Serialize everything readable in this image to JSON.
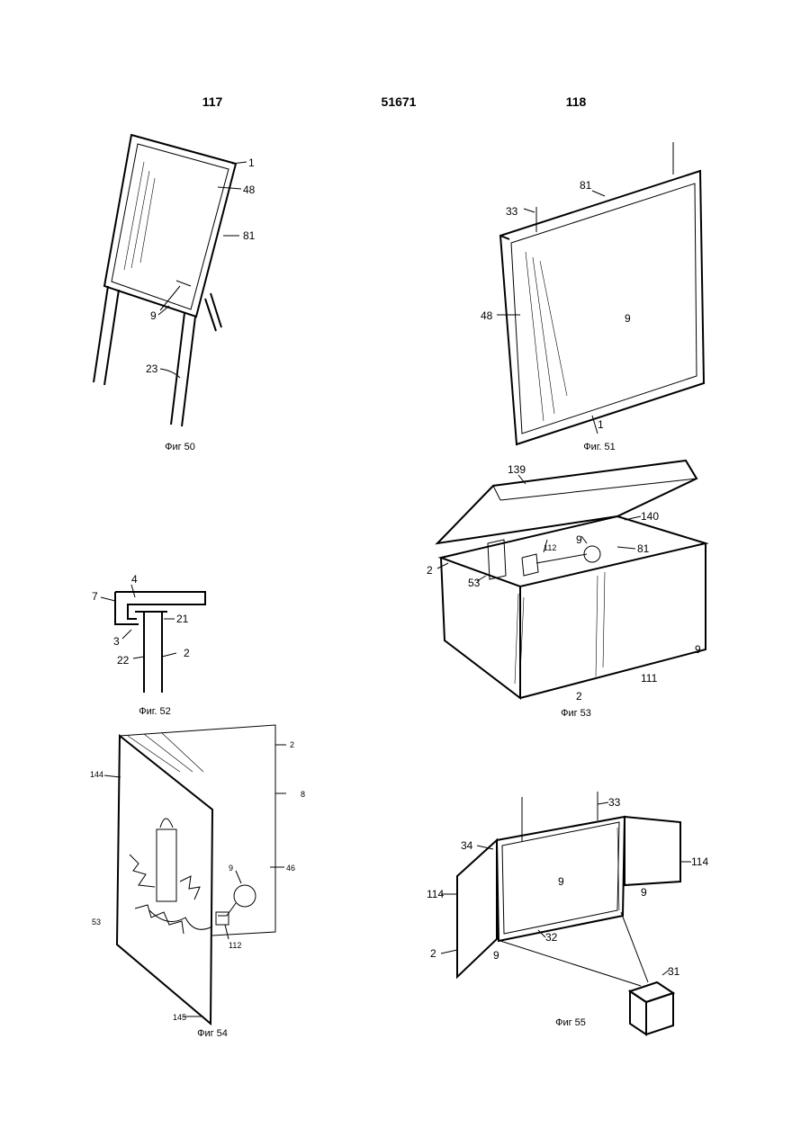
{
  "header": {
    "left_page": "117",
    "patent_number": "51671",
    "right_page": "118"
  },
  "figures": {
    "fig50": {
      "caption": "Фиг 50",
      "labels": [
        "1",
        "48",
        "81",
        "9",
        "23"
      ]
    },
    "fig51": {
      "caption": "Фиг. 51",
      "labels": [
        "81",
        "33",
        "48",
        "9",
        "1"
      ]
    },
    "fig52": {
      "caption": "Фиг. 52",
      "labels": [
        "7",
        "4",
        "21",
        "3",
        "22",
        "2"
      ]
    },
    "fig53": {
      "caption": "Фиг 53",
      "labels": [
        "139",
        "140",
        "112",
        "9",
        "81",
        "2",
        "53",
        "9",
        "2",
        "111"
      ]
    },
    "fig54": {
      "caption": "Фиг 54",
      "labels": [
        "2",
        "144",
        "8",
        "46",
        "9",
        "53",
        "112",
        "145"
      ]
    },
    "fig55": {
      "caption": "Фиг 55",
      "labels": [
        "33",
        "34",
        "114",
        "114",
        "9",
        "9",
        "9",
        "32",
        "2",
        "31"
      ]
    }
  }
}
